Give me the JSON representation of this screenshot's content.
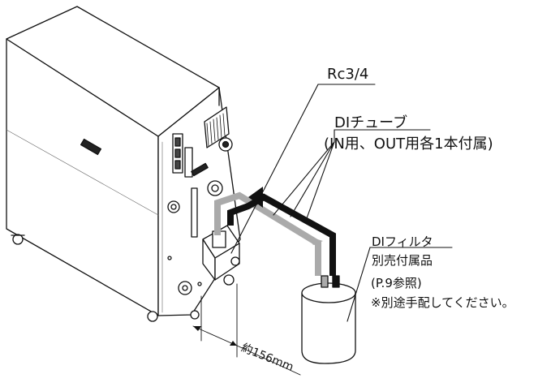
{
  "labels": {
    "rc": "Rc3/4",
    "di_tube": "DIチューブ",
    "di_tube_note": "(IN用、OUT用各1本付属)",
    "di_filter": "DIフィルタ",
    "accessory": "別売付属品",
    "page_ref": "(P.9参照)",
    "arrange_note": "※別途手配してください。",
    "dimension": "約156mm"
  },
  "colors": {
    "line": "#111111",
    "tube_in": "#aaaaaa",
    "tube_out": "#111111"
  }
}
